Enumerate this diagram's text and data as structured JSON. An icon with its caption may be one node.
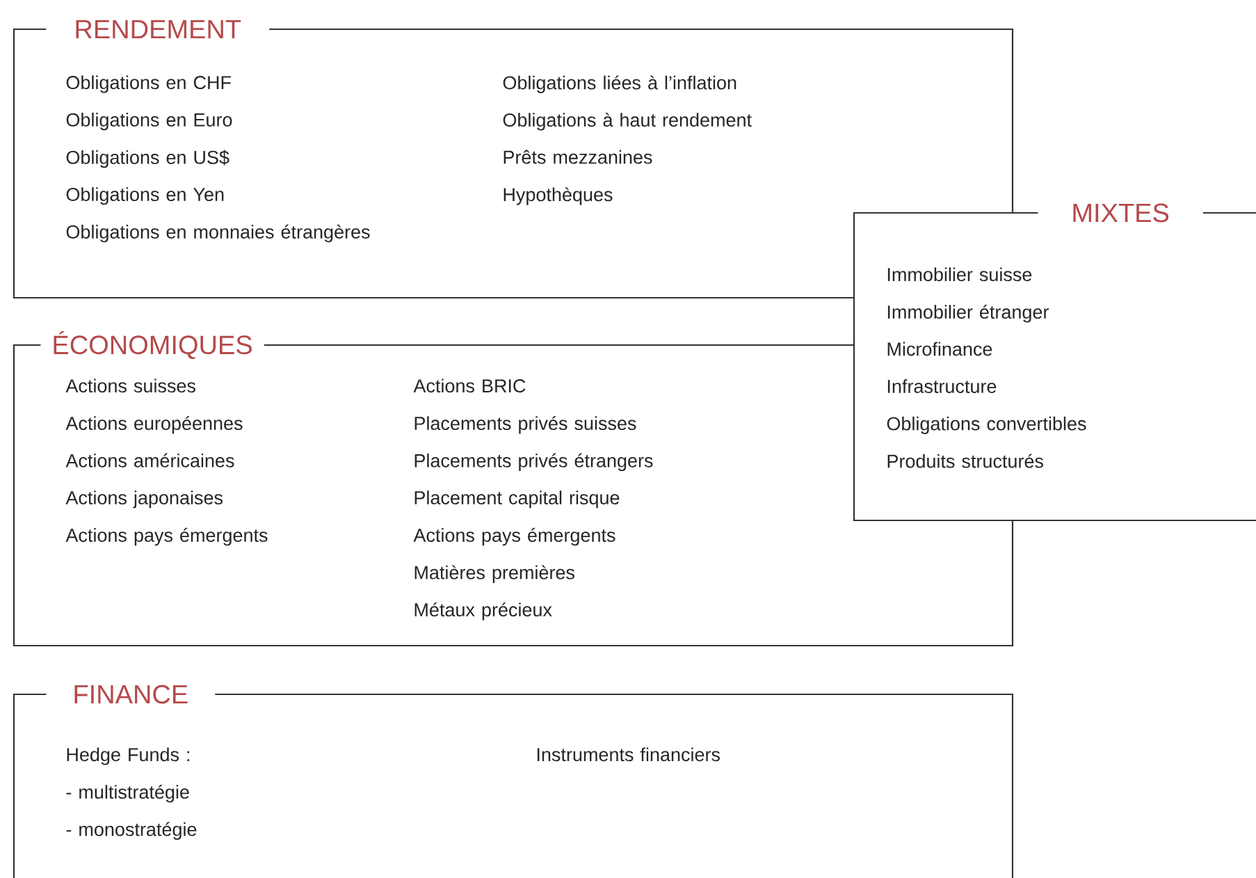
{
  "diagram": {
    "nodes": [
      {
        "text": [
          "RENDEMENT",
          "Obligations en CHF",
          "Obligations en Euro",
          "Obligations en US$",
          "Obligations en  Yen",
          "Obligations en monnaies étrangères",
          "Obligations liées à l’inflation",
          "Obligations à haut rendement",
          "Prêts mezzanines",
          "Hypothèques"
        ]
      },
      {
        "text": [
          "ÉCONOMIQUES",
          "Actions suisses",
          "Actions européennes",
          "Actions américaines",
          "Actions japonaises",
          "Actions pays émergents",
          "Actions BRIC",
          "Placements privés suisses",
          "Placements privés étrangers",
          "Placement capital risque",
          "Actions pays émergents",
          "Matières premières",
          "Métaux précieux"
        ]
      },
      {
        "text": [
          "FINANCE",
          "Hedge Funds :",
          "- multistratégie",
          "- monostratégie",
          "Instruments financiers"
        ]
      },
      {
        "text": [
          "MIXTES",
          "Immobilier suisse",
          "Immobilier étranger",
          "Microfinance",
          "Infrastructure",
          "Obligations convertibles",
          "Produits structurés"
        ]
      }
    ]
  }
}
